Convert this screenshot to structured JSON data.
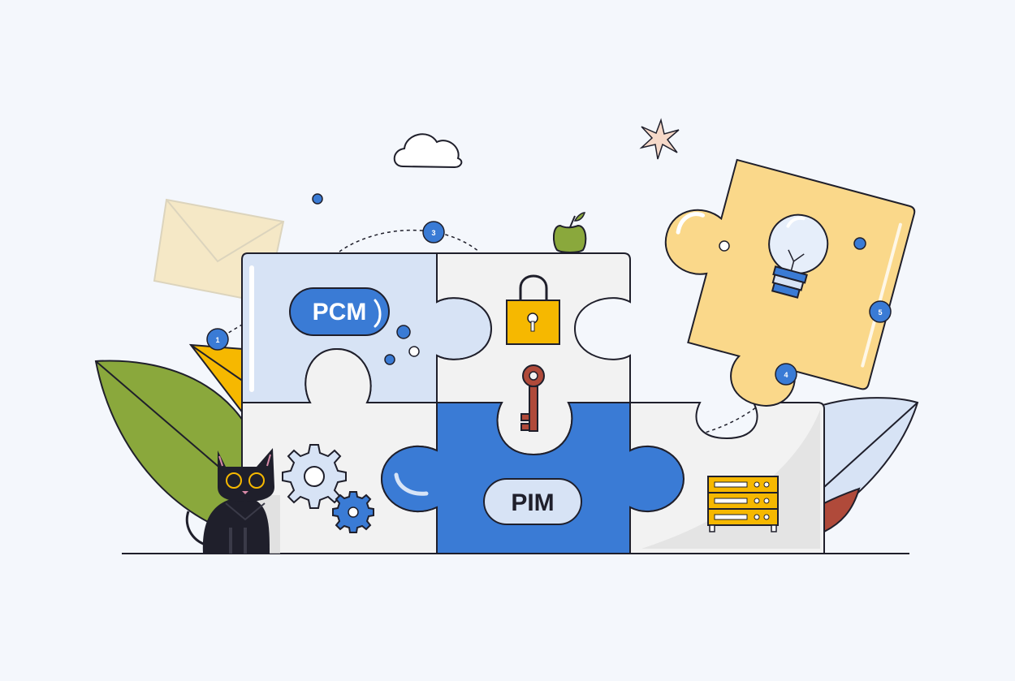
{
  "labels": {
    "pcm": "PCM",
    "pim": "PIM"
  },
  "step_markers": [
    "1",
    "3",
    "4",
    "5"
  ],
  "colors": {
    "background": "#f4f7fc",
    "outline": "#1f1f2b",
    "blue": "#3a7bd5",
    "light_blue": "#d7e3f5",
    "puzzle_white": "#f2f2f2",
    "yellow_piece": "#fad88a",
    "gold": "#f6b800",
    "leaf_green": "#8aa83c",
    "rust": "#b04a3a"
  },
  "icons": [
    "cloud-icon",
    "sparkle-icon",
    "envelope-icon",
    "apple-icon",
    "padlock-icon",
    "key-icon",
    "gear-icon",
    "server-icon",
    "lightbulb-icon",
    "cat-illustration",
    "leaf-icon"
  ]
}
